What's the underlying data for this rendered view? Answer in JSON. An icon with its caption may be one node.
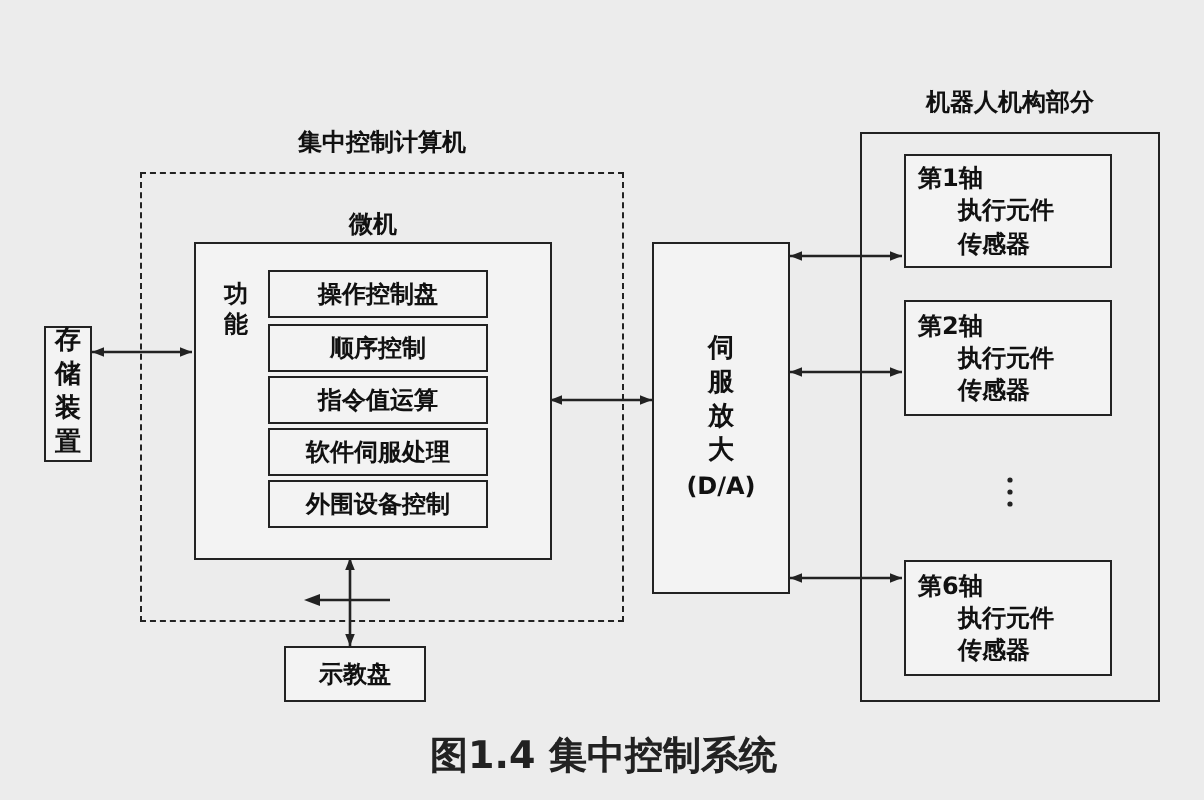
{
  "diagram": {
    "caption": "图1.4 集中控制系统",
    "nodes": [
      {
        "text": [
          "集中控制计算机"
        ]
      },
      {
        "text": [
          "微机",
          "功能"
        ],
        "in": 0
      },
      {
        "text": [
          "操作控制盘"
        ],
        "in": 1
      },
      {
        "text": [
          "顺序控制"
        ],
        "in": 1
      },
      {
        "text": [
          "指令值运算"
        ],
        "in": 1
      },
      {
        "text": [
          "软件伺服处理"
        ],
        "in": 1
      },
      {
        "text": [
          "外围设备控制"
        ],
        "in": 1
      },
      {
        "text": [
          "存储装置"
        ]
      },
      {
        "text": [
          "示教盘"
        ]
      },
      {
        "text": [
          "伺服放大",
          "(D/A)"
        ]
      },
      {
        "text": [
          "机器人机构部分"
        ]
      },
      {
        "text": [
          "第1轴",
          "执行元件",
          "传感器"
        ],
        "in": 10
      },
      {
        "text": [
          "第2轴",
          "执行元件",
          "传感器"
        ],
        "in": 10
      },
      {
        "text": [
          "第6轴",
          "执行元件",
          "传感器"
        ],
        "in": 10
      }
    ],
    "edges": [
      {
        "from": 7,
        "to": 1,
        "arrow": "both"
      },
      {
        "from": 1,
        "to": 9,
        "arrow": "both"
      },
      {
        "from": 1,
        "to": 8,
        "arrow": "both"
      },
      {
        "from": 9,
        "to": 11,
        "arrow": "both"
      },
      {
        "from": 9,
        "to": 12,
        "arrow": "both"
      },
      {
        "from": 9,
        "to": 13,
        "arrow": "both"
      }
    ]
  }
}
